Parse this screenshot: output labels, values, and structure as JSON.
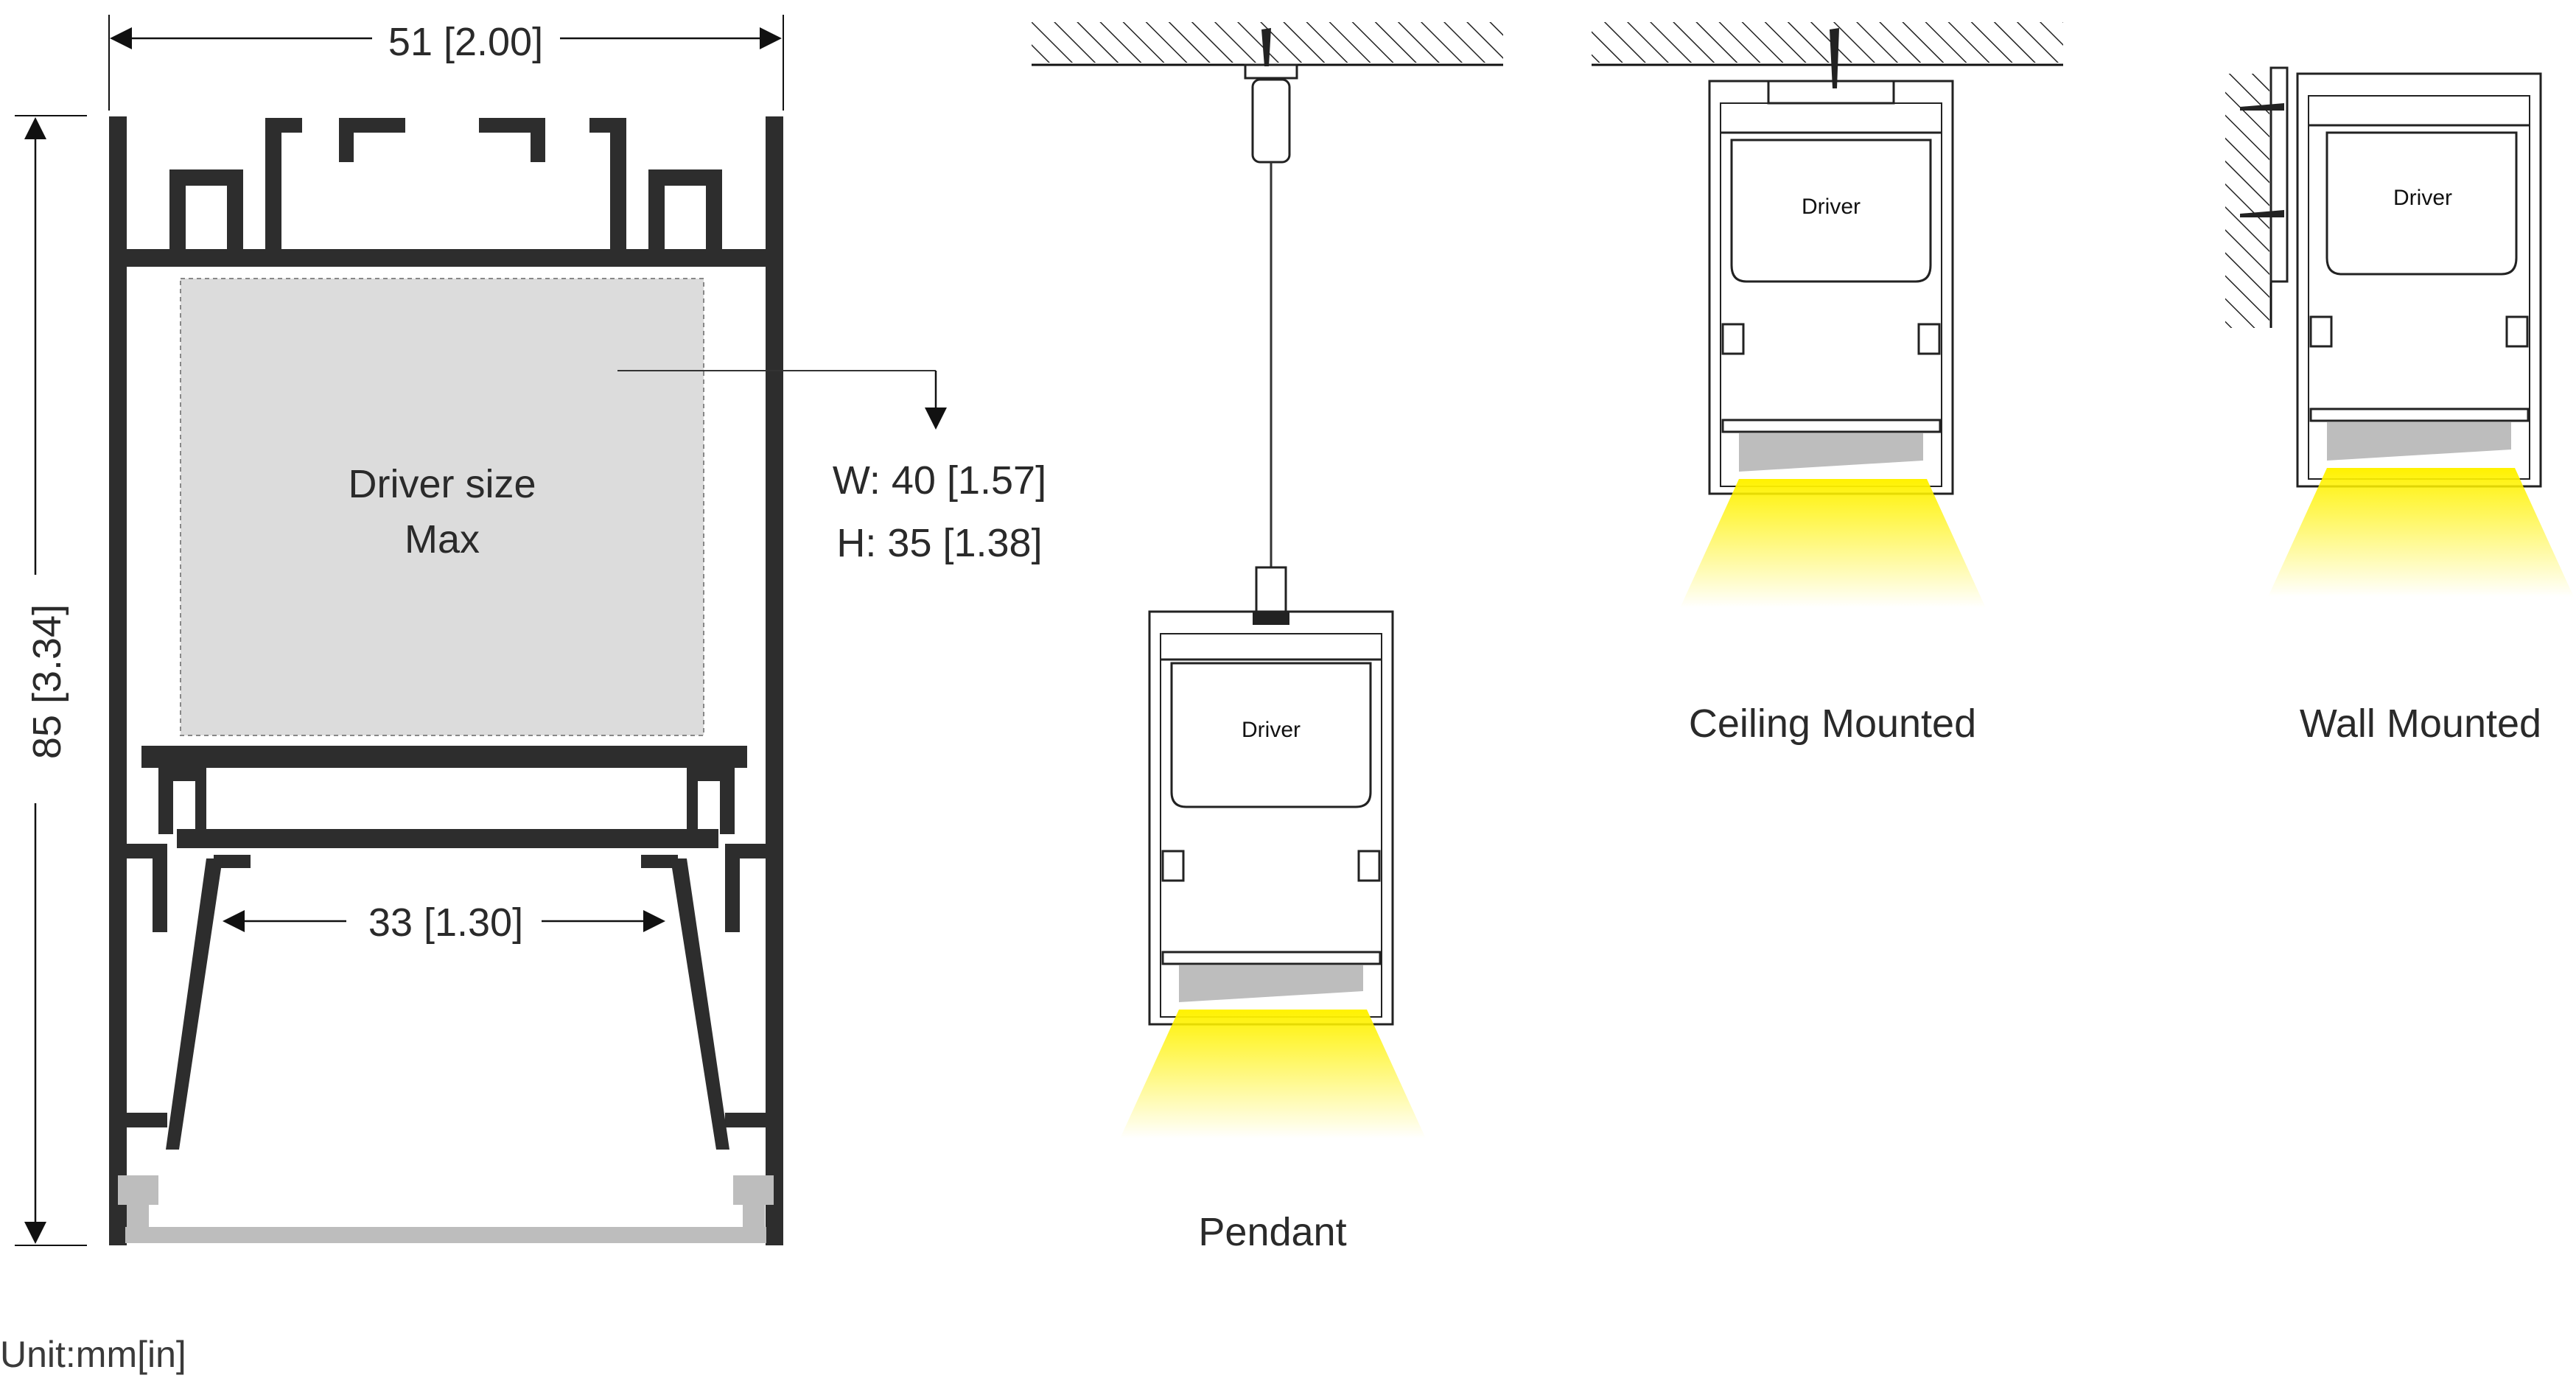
{
  "dimensions": {
    "width": "51 [2.00]",
    "height": "85 [3.34]",
    "inner_width": "33 [1.30]",
    "driver_w": "W: 40 [1.57]",
    "driver_h": "H: 35 [1.38]"
  },
  "driver_box": {
    "line1": "Driver size",
    "line2": "Max"
  },
  "views": {
    "pendant": {
      "caption": "Pendant",
      "driver_label": "Driver"
    },
    "ceiling": {
      "caption": "Ceiling Mounted",
      "driver_label": "Driver"
    },
    "wall": {
      "caption": "Wall Mounted",
      "driver_label": "Driver"
    }
  },
  "unit_note": "Unit:mm[in]",
  "colors": {
    "profile": "#2d2d2d",
    "diffuser": "#bdbdbd",
    "driver_fill": "#dcdcdc",
    "light": "#fff200"
  }
}
